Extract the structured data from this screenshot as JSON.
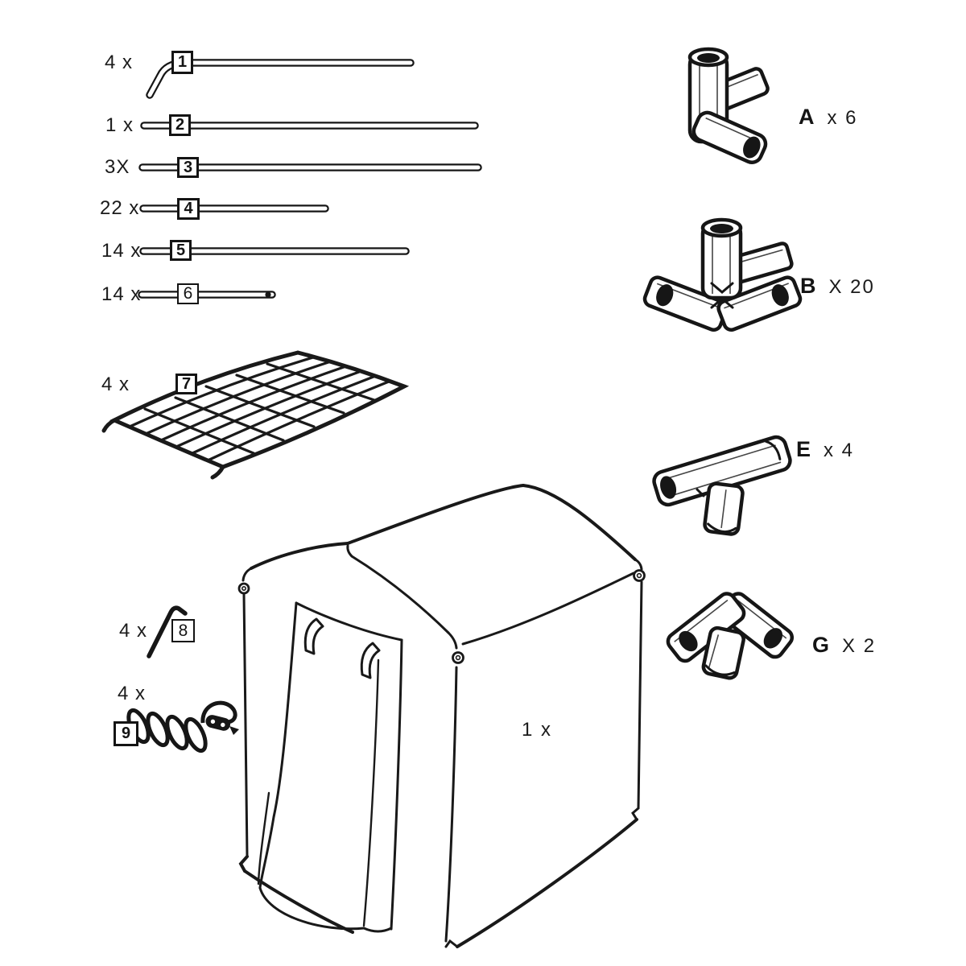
{
  "diagram": {
    "title": "greenhouse-assembly-parts-list",
    "background": "#ffffff",
    "ink": "#161616"
  },
  "parts": [
    {
      "number": "1",
      "qty": "4 x",
      "shape": "hooked-rod"
    },
    {
      "number": "2",
      "qty": "1 x",
      "shape": "long-straight-rod"
    },
    {
      "number": "3",
      "qty": "3X",
      "shape": "long-straight-rod"
    },
    {
      "number": "4",
      "qty": "22 x",
      "shape": "short-straight-rod"
    },
    {
      "number": "5",
      "qty": "14 x",
      "shape": "medium-straight-rod"
    },
    {
      "number": "6",
      "qty": "14 x",
      "shape": "short-tube"
    },
    {
      "number": "7",
      "qty": "4 x",
      "shape": "wire-mesh-shelf"
    },
    {
      "number": "8",
      "qty": "4 x",
      "shape": "ground-stake-pin"
    },
    {
      "number": "9",
      "qty": "4 x",
      "shape": "coiled-cord-with-tensioner"
    }
  ],
  "connectors": [
    {
      "letter": "A",
      "qty": "x 6",
      "shape": "3-way-corner-connector"
    },
    {
      "letter": "B",
      "qty": "X 20",
      "shape": "4-way-cross-connector"
    },
    {
      "letter": "E",
      "qty": "x 4",
      "shape": "tee-connector"
    },
    {
      "letter": "G",
      "qty": "X 2",
      "shape": "2-way-corner-connector-with-foot"
    }
  ],
  "cover": {
    "qty": "1 x",
    "shape": "tent-cover-with-door"
  }
}
